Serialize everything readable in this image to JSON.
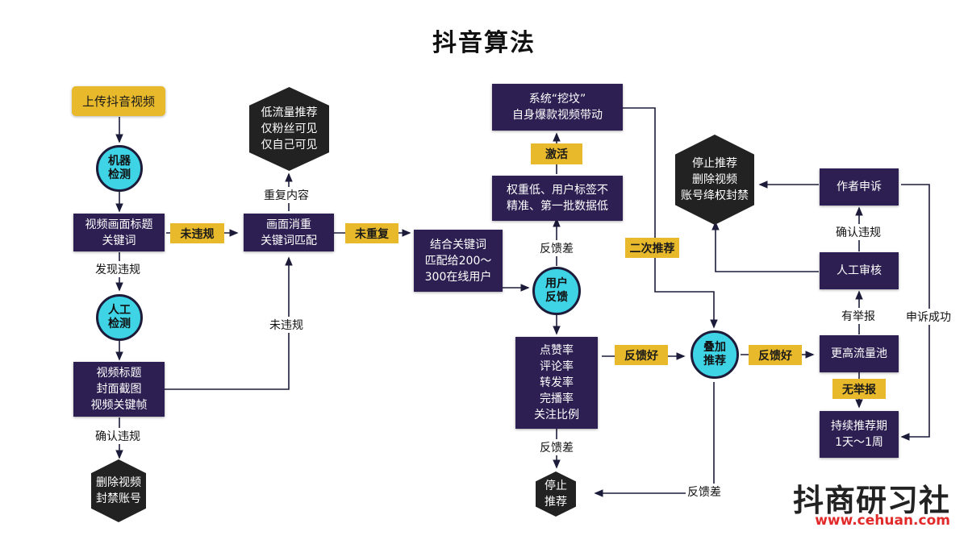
{
  "title": "抖音算法",
  "colors": {
    "box": "#2d1f52",
    "tag": "#e8b92b",
    "circle": "#3fd3e6",
    "hexagon": "#222222",
    "logo_url": "#e22a2a"
  },
  "nodes": {
    "upload": "上传抖音视频",
    "machine_check": [
      "机器",
      "检测"
    ],
    "title_keywords": [
      "视频画面标题",
      "关键词"
    ],
    "manual_check": [
      "人工",
      "检测"
    ],
    "cover_frames": [
      "视频标题",
      "封面截图",
      "视频关键帧"
    ],
    "delete_ban": [
      "删除视频",
      "封禁账号"
    ],
    "dedupe": [
      "画面消重",
      "关键词匹配"
    ],
    "low_traffic": [
      "低流量推荐",
      "仅粉丝可见",
      "仅自己可见"
    ],
    "match_users": [
      "结合关键词",
      "匹配给200～",
      "300在线用户"
    ],
    "user_feedback": [
      "用户",
      "反馈"
    ],
    "low_weight": [
      "权重低、用户标签不",
      "精准、第一批数据低"
    ],
    "dig_grave": [
      "系统“挖坟”",
      "自身爆款视频带动"
    ],
    "metrics": [
      "点赞率",
      "评论率",
      "转发率",
      "完播率",
      "关注比例"
    ],
    "stop_rec_small": [
      "停止",
      "推荐"
    ],
    "stack_rec": [
      "叠加",
      "推荐"
    ],
    "higher_pool": "更高流量池",
    "manual_review": "人工审核",
    "author_appeal": "作者申诉",
    "sustained": [
      "持续推荐期",
      "1天～1周"
    ],
    "stop_delete_ban": [
      "停止推荐",
      "删除视频",
      "账号绛权封禁"
    ]
  },
  "tags": {
    "no_violation_1": "未违规",
    "not_duplicate": "未重复",
    "activate": "激活",
    "second_rec": "二次推荐",
    "good_feedback_1": "反馈好",
    "good_feedback_2": "反馈好",
    "no_report": "无举报"
  },
  "labels": {
    "found_violation": "发现违规",
    "confirm_violation_1": "确认违规",
    "no_violation_2": "未违规",
    "duplicate_content": "重复内容",
    "bad_feedback_1": "反馈差",
    "bad_feedback_2": "反馈差",
    "bad_feedback_3": "反馈差",
    "has_report": "有举报",
    "confirm_violation_2": "确认违规",
    "appeal_success": "申诉成功"
  },
  "logo": {
    "name": "抖商研习社",
    "url": "www.cehuan.com"
  }
}
